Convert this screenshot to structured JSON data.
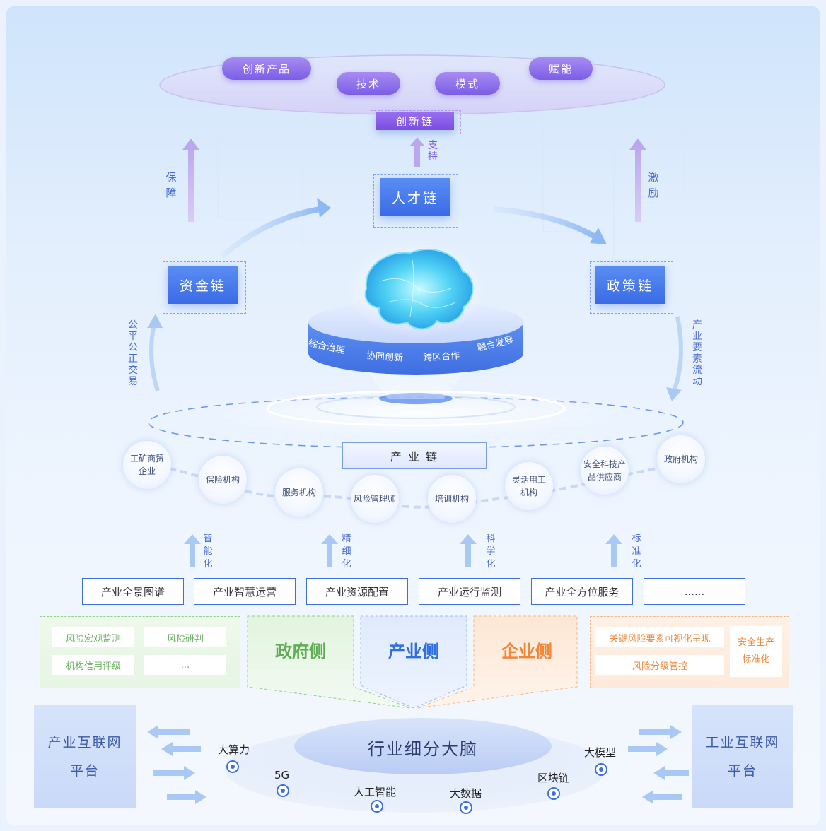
{
  "innovation": {
    "items": [
      "创新产品",
      "技术",
      "模式",
      "赋能"
    ],
    "chain_label": "创新链"
  },
  "talent": {
    "label": "人才链",
    "support": "支持"
  },
  "capital": {
    "label": "资金链",
    "guarantee": "保障",
    "fair_trade": "公平公正交易"
  },
  "policy": {
    "label": "政策链",
    "incentive": "激励",
    "factor_flow": "产业要素流动"
  },
  "platform_ring": [
    "综合治理",
    "协同创新",
    "跨区合作",
    "融合发展"
  ],
  "industry_chain": {
    "label": "产 业 链",
    "nodes": [
      "工矿商贸企业",
      "保险机构",
      "服务机构",
      "风险管理师",
      "培训机构",
      "灵活用工机构",
      "安全科技产品供应商",
      "政府机构"
    ]
  },
  "upgrades": [
    "智能化",
    "精细化",
    "科学化",
    "标准化"
  ],
  "services": [
    "产业全景图谱",
    "产业智慧运营",
    "产业资源配置",
    "产业运行监测",
    "产业全方位服务",
    "......"
  ],
  "gov_panel": {
    "cells": [
      "风险宏观监测",
      "风险研判",
      "机构信用评级",
      "..."
    ]
  },
  "sides": {
    "gov": "政府侧",
    "industry": "产业侧",
    "enterprise": "企业侧"
  },
  "ent_panel": {
    "cells": [
      "关键风险要素可视化呈现",
      "风险分级管控"
    ],
    "side_cell": "安全生产标准化"
  },
  "brain": {
    "title": "行业细分大脑",
    "techs": [
      "大算力",
      "5G",
      "人工智能",
      "大数据",
      "区块链",
      "大模型"
    ]
  },
  "platforms": {
    "left": "产业互联网平台",
    "right": "工业互联网平台"
  },
  "colors": {
    "accent_blue": "#3e6fe0",
    "purple": "#7b5ee6",
    "gov_green": "#5fae55",
    "enterprise_orange": "#f0873a",
    "industry_blue": "#2f6fe0"
  }
}
